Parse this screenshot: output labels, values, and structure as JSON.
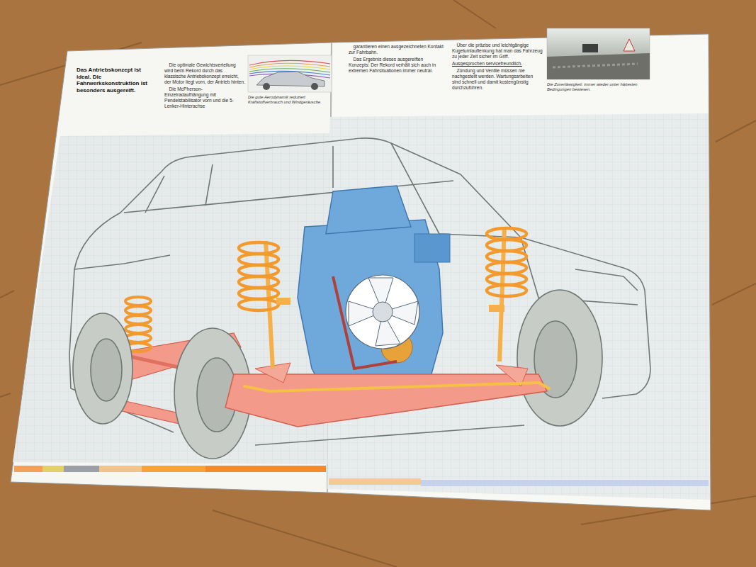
{
  "diagram": {
    "title": "Das Antriebskonzept ist ideal. Die Fahrwerkskonstruktion ist besonders ausgereift.",
    "labels": [
      "Die optimale Gewichtsverteilung wird beim Rekord durch das klassische Antriebskonzept erreicht, der Motor liegt vorn, der Antrieb hinten.",
      "Die McPherson-Einzelradaufhängung mit Pendelstabilisator vorn und die 5-Lenker-Hinterachse",
      "Die gute Aerodynamik reduziert Kraftstoffverbrauch und Windgeräusche.",
      "garantieren einen ausgezeichneten Kontakt zur Fahrbahn.",
      "Das Ergebnis dieses ausgereiften Konzepts: Der Rekord verhält sich auch in extremen Fahrsituationen immer neutral.",
      "Über die präzise und leichtgängige Kugelumlauflenkung hat man das Fahrzeug zu jeder Zeit sicher im Griff.",
      "Ausgesprochen servicefreundlich.",
      "Zündung und Ventile müssen nie nachgestellt werden. Wartungsarbeiten sind schnell und damit kostengünstig durchzuführen.",
      "Die Zuverlässigkeit: immer wieder unter härtesten Bedingungen bewiesen."
    ]
  }
}
